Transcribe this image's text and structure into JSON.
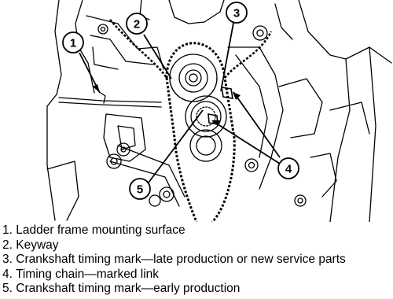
{
  "callouts": [
    {
      "number": "1"
    },
    {
      "number": "2"
    },
    {
      "number": "3"
    },
    {
      "number": "4"
    },
    {
      "number": "5"
    }
  ],
  "legend": [
    {
      "num": "1.",
      "text": "Ladder frame mounting surface"
    },
    {
      "num": "2.",
      "text": "Keyway"
    },
    {
      "num": "3.",
      "text": "Crankshaft timing mark—late production or new service parts"
    },
    {
      "num": "4.",
      "text": "Timing chain—marked link"
    },
    {
      "num": "5.",
      "text": "Crankshaft timing mark—early production"
    }
  ],
  "colors": {
    "line": "#000000",
    "background": "#ffffff"
  }
}
